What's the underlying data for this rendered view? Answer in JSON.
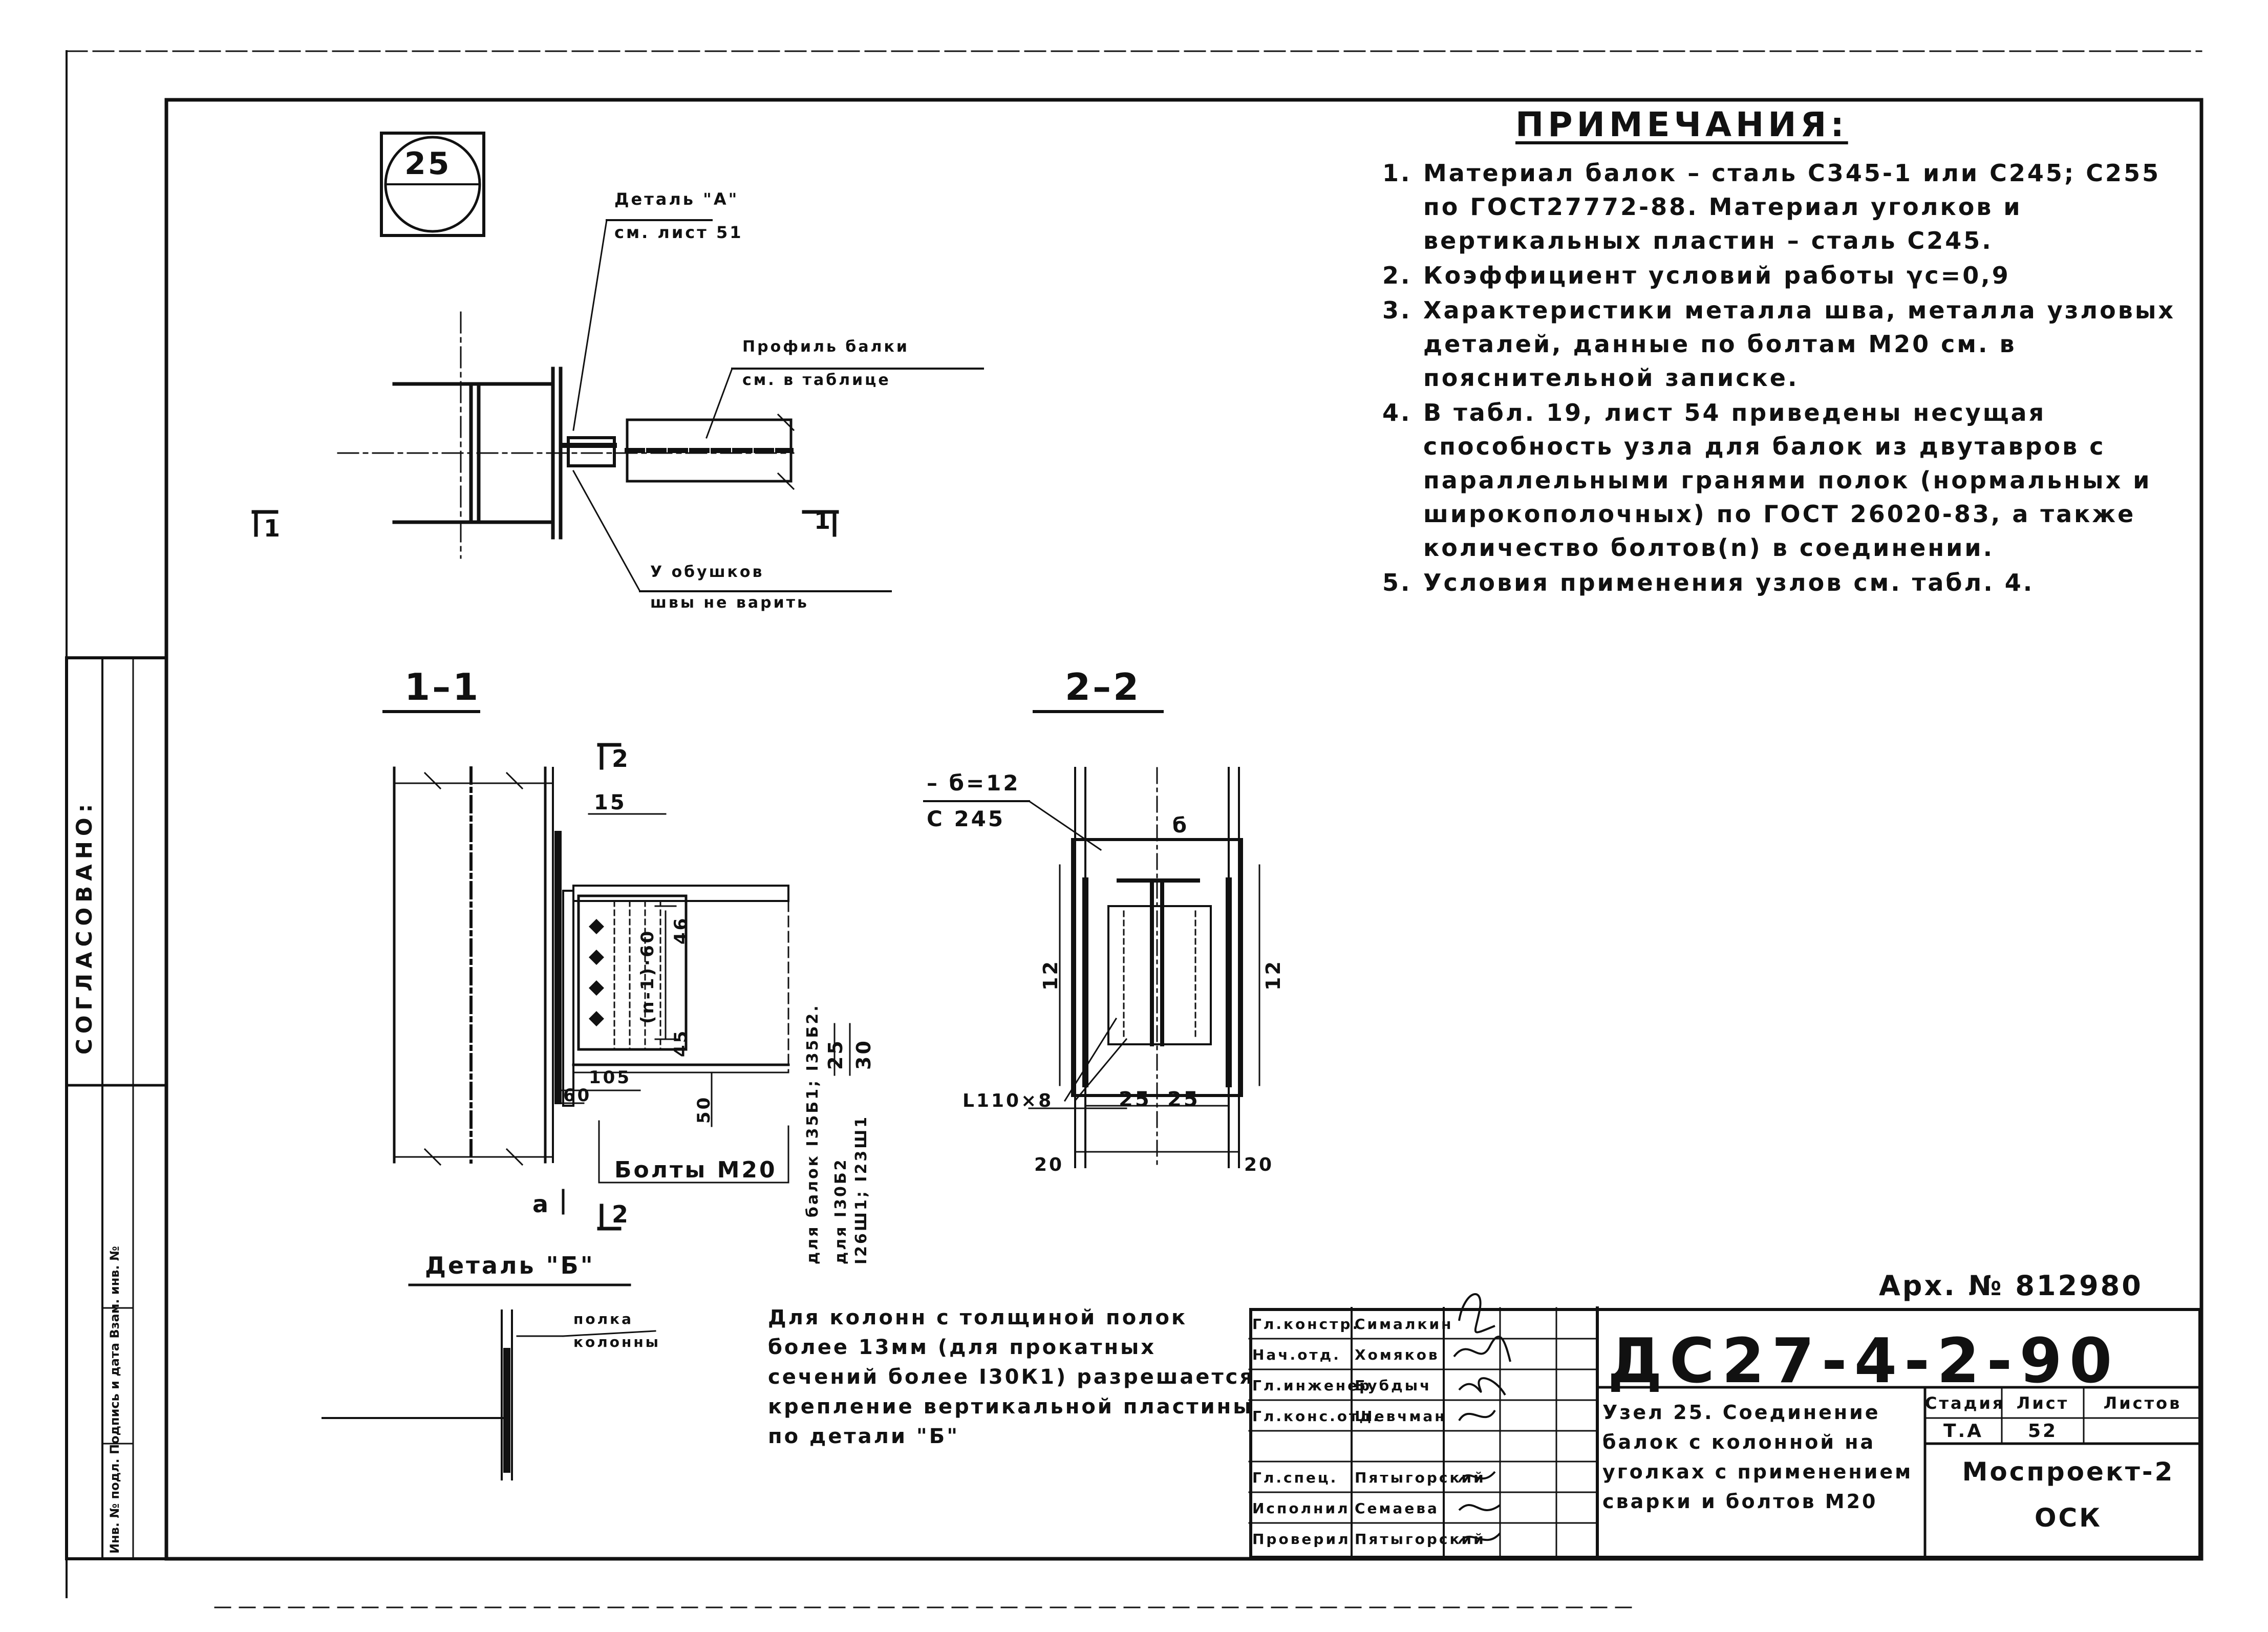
{
  "sheet_number_mark": "25",
  "notes": {
    "title": "ПРИМЕЧАНИЯ:",
    "items": [
      {
        "num": "1.",
        "text": "Материал балок – сталь С345-1 или С245; С255 по ГОСТ27772-88. Материал уголков и вертикальных пластин – сталь С245."
      },
      {
        "num": "2.",
        "text": "Коэффициент условий работы γc=0,9"
      },
      {
        "num": "3.",
        "text": "Характеристики металла шва, металла узловых деталей, данные по болтам М20 см. в пояснительной записке."
      },
      {
        "num": "4.",
        "text": "В табл. 19, лист 54 приведены несущая способность узла для балок из двутавров с параллельными гранями полок (нормальных и широкополочных) по ГОСТ 26020-83, а также количество болтов(n) в соединении."
      },
      {
        "num": "5.",
        "text": "Условия применения узлов см. табл. 4."
      }
    ]
  },
  "plan_view": {
    "detail_ref_line1": "Деталь \"А\"",
    "detail_ref_line2": "см. лист 51",
    "beam_profile_line1": "Профиль балки",
    "beam_profile_line2": "см. в таблице",
    "weld_note_line1": "У обушков",
    "weld_note_line2": "швы не варить",
    "section_mark_left": "1",
    "section_mark_right": "1"
  },
  "section_1_1": {
    "title": "1–1",
    "mark_2_top": "2",
    "mark_2_bottom": "2",
    "dim_15": "15",
    "dim_46": "46",
    "dim_45": "45",
    "dim_n1": "(n-1)·60",
    "dim_105": "105",
    "dim_60": "60",
    "dim_50": "50",
    "dim_25": "25",
    "dim_30": "30",
    "bolts_label": "Болты М20",
    "mark_a": "a",
    "beam_note_1": "для балок I35Б1; I35Б2.",
    "beam_note_2": "для I30Б2",
    "beam_note_3": "I26Ш1; I23Ш1"
  },
  "section_2_2": {
    "title": "2–2",
    "plate_label_1": "– б=12",
    "plate_label_2": "С 245",
    "mark_b": "б",
    "dim_12_left": "12",
    "dim_12_right": "12",
    "angle_label": "L110×8",
    "dim_25a": "25",
    "dim_25b": "25",
    "dim_20_left": "20",
    "dim_20_right": "20"
  },
  "detail_b": {
    "title": "Деталь \"Б\"",
    "flange_label_1": "полка",
    "flange_label_2": "колонны"
  },
  "bottom_note": "Для колонн с толщиной полок более 13мм (для прокатных сечений более I30К1) разрешается крепление вертикальной пластины по детали \"Б\"",
  "side_labels": {
    "agreed": "СОГЛАСОВАНО:",
    "inv": "Инв. № подл.  Подпись и дата  Взам. инв. №"
  },
  "title_block": {
    "archive_number": "Арх. № 812980",
    "code": "ДС27-4-2-90",
    "description": "Узел 25. Соединение балок с колонной на уголках с применением сварки и болтов М20",
    "stage_header": "Стадия",
    "sheet_header": "Лист",
    "sheets_header": "Листов",
    "stage": "Т.А",
    "sheet": "52",
    "sheets": "",
    "org_line1": "Моспроект-2",
    "org_line2": "ОСК",
    "signatures": [
      {
        "role": "Гл.констр.",
        "name": "Сималкин"
      },
      {
        "role": "Нач.отд.",
        "name": "Хомяков"
      },
      {
        "role": "Гл.инженер",
        "name": "Бубдыч"
      },
      {
        "role": "Гл.конс.отд.",
        "name": "Шевчман"
      },
      {
        "role": "",
        "name": ""
      },
      {
        "role": "Гл.спец.",
        "name": "Пятыгорский"
      },
      {
        "role": "Исполнил",
        "name": "Семаева"
      },
      {
        "role": "Проверил",
        "name": "Пятыгорский"
      }
    ]
  }
}
